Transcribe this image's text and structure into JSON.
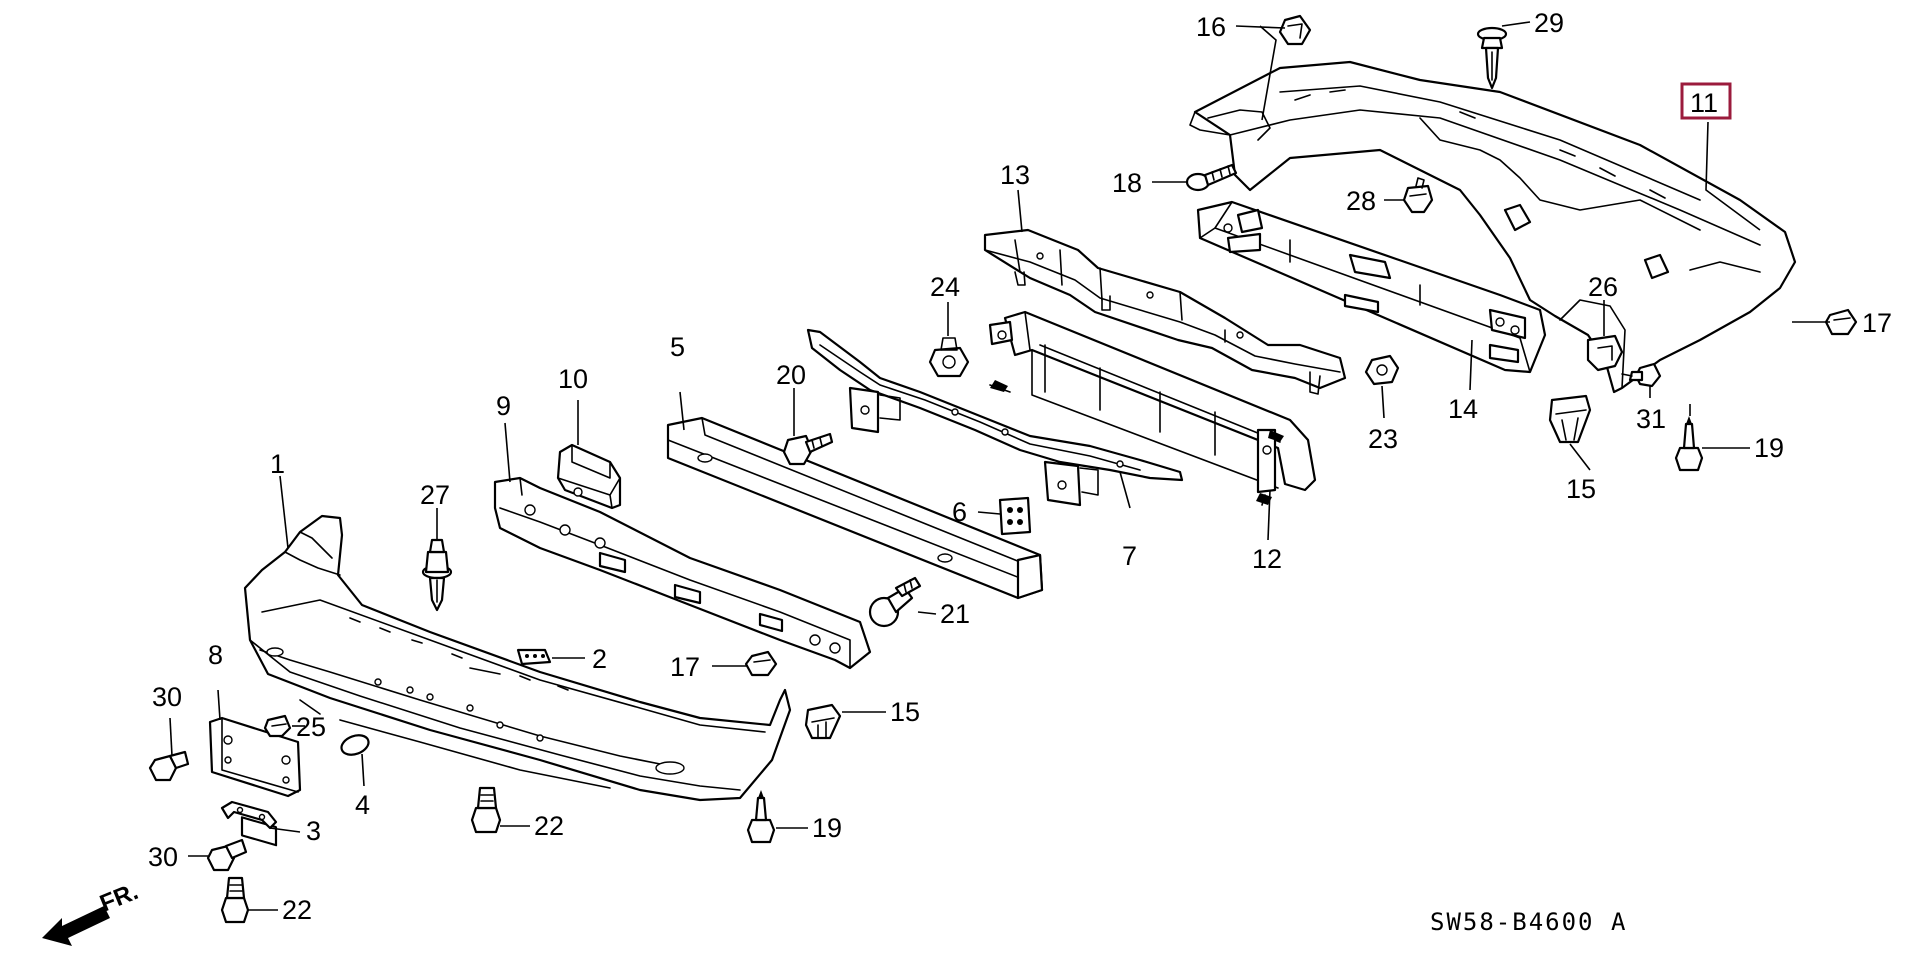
{
  "diagram": {
    "code": "SW58-B4600 A",
    "direction_label": "FR.",
    "highlight_color": "#9b1b3c",
    "highlighted_part": "11",
    "labels": {
      "p1": "1",
      "p2": "2",
      "p3": "3",
      "p4": "4",
      "p5": "5",
      "p6": "6",
      "p7": "7",
      "p8": "8",
      "p9": "9",
      "p10": "10",
      "p11": "11",
      "p12": "12",
      "p13": "13",
      "p14": "14",
      "p15a": "15",
      "p15b": "15",
      "p16": "16",
      "p17a": "17",
      "p17b": "17",
      "p18": "18",
      "p19a": "19",
      "p19b": "19",
      "p20": "20",
      "p21": "21",
      "p22a": "22",
      "p22b": "22",
      "p23": "23",
      "p24": "24",
      "p25": "25",
      "p26": "26",
      "p27": "27",
      "p28": "28",
      "p29": "29",
      "p30a": "30",
      "p30b": "30",
      "p31": "31"
    }
  }
}
